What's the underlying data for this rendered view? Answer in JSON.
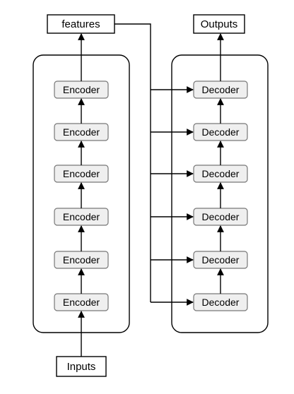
{
  "diagram": {
    "features_label": "features",
    "outputs_label": "Outputs",
    "inputs_label": "Inputs",
    "encoders": [
      "Encoder",
      "Encoder",
      "Encoder",
      "Encoder",
      "Encoder",
      "Encoder"
    ],
    "decoders": [
      "Decoder",
      "Decoder",
      "Decoder",
      "Decoder",
      "Decoder",
      "Decoder"
    ],
    "colors": {
      "stroke": "#000000",
      "block_fill": "#efefef",
      "block_stroke": "#777777",
      "text": "#000000",
      "background": "#ffffff"
    }
  }
}
